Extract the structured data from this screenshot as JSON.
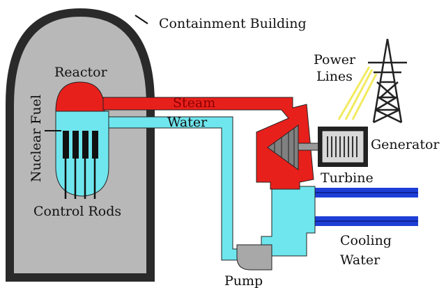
{
  "labels": {
    "containment_building": "Containment Building",
    "reactor": "Reactor",
    "nuclear_fuel": "Nuclear Fuel",
    "control_rods": "Control Rods",
    "steam": "Steam",
    "water": "Water",
    "power_lines_1": "Power",
    "power_lines_2": "Lines",
    "generator": "Generator",
    "turbine": "Turbine",
    "cooling_water_1": "Cooling",
    "cooling_water_2": "Water",
    "pump": "Pump"
  },
  "colors": {
    "containment_outer": "#2a2a2a",
    "containment_inner": "#b8b8b8",
    "steam": "#e8201c",
    "water": "#6fe6ee",
    "cooling": "#1e3fd6",
    "control_rod": "#111111",
    "turbine_blade": "#808080",
    "pump": "#a8a8a8",
    "tower": "#222222",
    "power_line": "#f2ea60"
  },
  "icons": {
    "tower": "transmission-tower-icon",
    "generator": "generator-icon",
    "turbine": "turbine-icon",
    "pump": "pump-icon"
  }
}
